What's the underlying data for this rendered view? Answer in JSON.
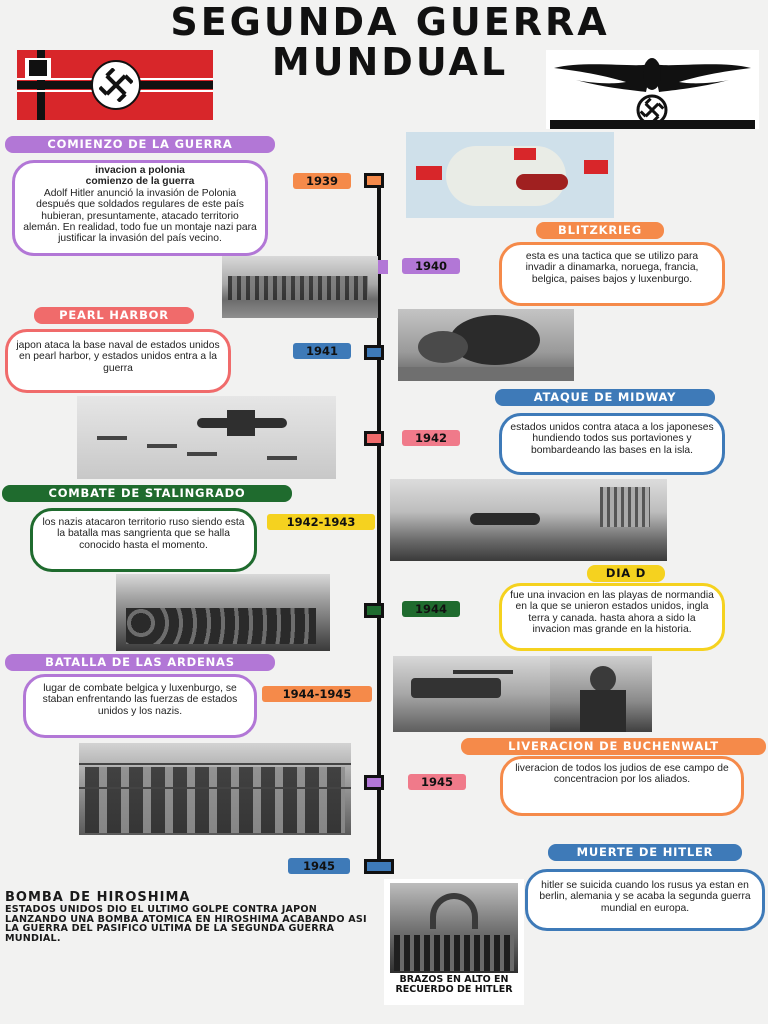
{
  "title_line1": "SEGUNDA GUERRA",
  "title_line2": "MUNDUAL",
  "events": {
    "comienzo": {
      "label": "COMIENZO DE LA GUERRA",
      "heading1": "invacion a polonia",
      "heading2": "comienzo de la guerra",
      "text": "Adolf Hitler anunció la invasión de Polonia después que soldados regulares de este país hubieran, presuntamente, atacado territorio alemán. En realidad, todo fue un montaje nazi para justificar la invasión del país vecino.",
      "year": "1939"
    },
    "blitzkrieg": {
      "label": "BLITZKRIEG",
      "text": "esta es una tactica que se utilizo para invadir a dinamarka, noruega, francia, belgica, paises bajos y luxenburgo.",
      "year": "1940"
    },
    "pearl": {
      "label": "PEARL HARBOR",
      "text": "japon ataca la base naval de estados unidos en pearl harbor, y estados unidos entra a la guerra",
      "year": "1941"
    },
    "midway": {
      "label": "ATAQUE DE MIDWAY",
      "text": "estados unidos contra ataca a los japoneses hundiendo todos sus portaviones y bombardeando las bases en la isla.",
      "year": "1942"
    },
    "stalingrado": {
      "label": "COMBATE DE STALINGRADO",
      "text": "los nazis atacaron territorio ruso siendo esta la batalla mas sangrienta que se halla conocido hasta el momento.",
      "year": "1942-1943"
    },
    "diad": {
      "label": "DIA D",
      "text": "fue una invacion en las playas de normandia en la que se unieron estados unidos, ingla terra y canada. hasta ahora a sido la invacion mas grande en la historia.",
      "year": "1944"
    },
    "ardenas": {
      "label": "BATALLA DE LAS ARDENAS",
      "text": "lugar de combate belgica y luxenburgo, se staban enfrentando las fuerzas de estados unidos y los nazis.",
      "year": "1944-1945"
    },
    "buchenwalt": {
      "label": "LIVERACION DE BUCHENWALT",
      "text": "liveracion de todos los judios de ese campo de concentracion por los aliados.",
      "year": "1945"
    },
    "hitler": {
      "label": "MUERTE DE HITLER",
      "text": "hitler se suicida cuando los rusus ya estan en berlin, alemania y se acaba la segunda guerra mundial en europa.",
      "year": "1945"
    },
    "hiroshima": {
      "label": "BOMBA DE HIROSHIMA",
      "text": "ESTADOS UNIDOS DIO EL ULTIMO GOLPE CONTRA JAPON LANZANDO UNA BOMBA ATOMICA EN HIROSHIMA ACABANDO ASI LA GUERRA DEL PASIFICO ULTIMA DE LA SEGUNDA GUERRA MUNDIAL."
    }
  },
  "newspaper_caption": "BRAZOS EN ALTO EN RECUERDO DE HITLER",
  "colors": {
    "purple": "#9b59d0",
    "orange": "#f58a4a",
    "coral": "#f06b6b",
    "blue": "#3e7ab8",
    "green": "#1f6b2e",
    "yellow": "#f5d21f",
    "pink": "#f07a8a"
  }
}
